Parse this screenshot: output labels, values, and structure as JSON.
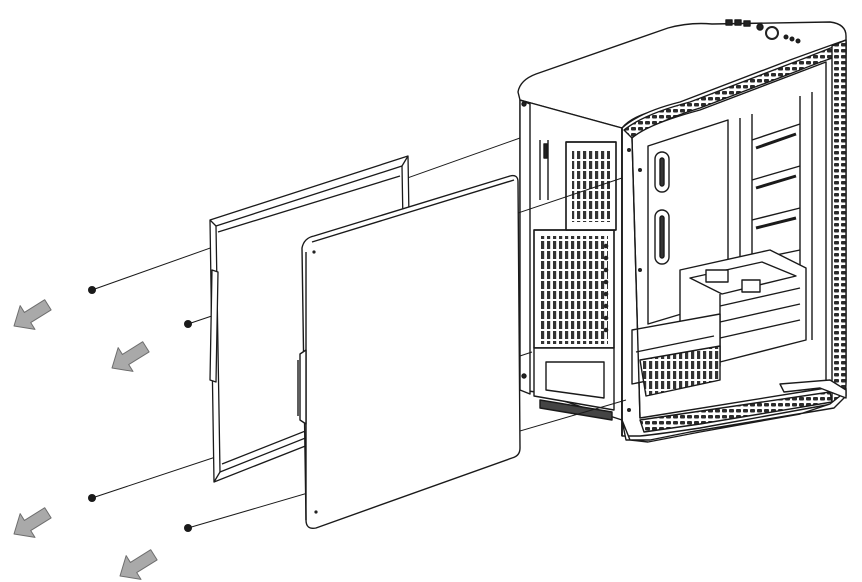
{
  "diagram": {
    "subject": "pc-case-side-panel-removal",
    "colors": {
      "line": "#1a1a1a",
      "arrow_fill": "#a9a9a9",
      "arrow_stroke": "#6e6e6e",
      "panel_fill": "#ffffff",
      "shade": "#3a3a3a"
    },
    "screws": 4,
    "removal_arrows": 4
  }
}
